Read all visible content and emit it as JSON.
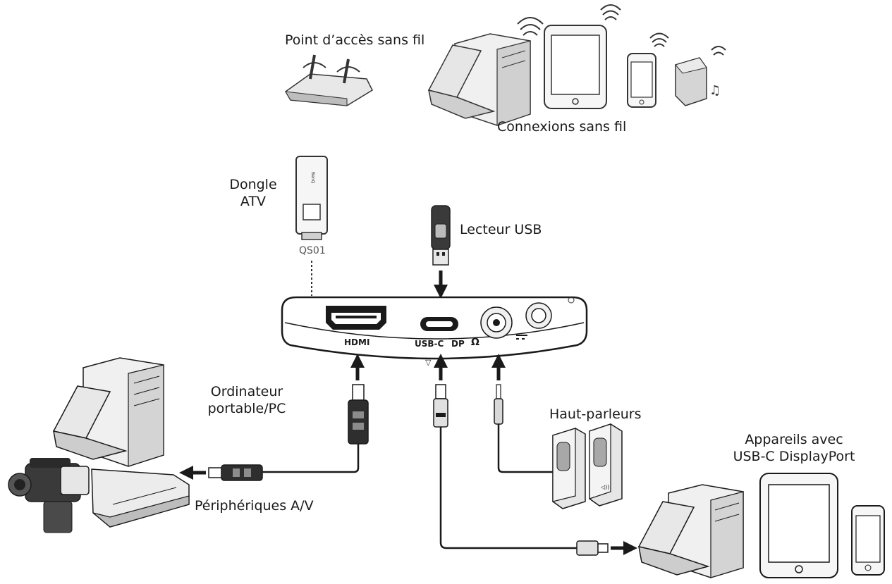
{
  "labels": {
    "access_point": "Point d’accès sans fil",
    "wireless": "Connexions sans fil",
    "dongle_line1": "Dongle",
    "dongle_line2": "ATV",
    "dongle_model": "QS01",
    "usb_reader": "Lecteur USB",
    "laptop_line1": "Ordinateur",
    "laptop_line2": "portable/PC",
    "speakers": "Haut-parleurs",
    "av": "Périphériques A/V",
    "usbc_line1": "Appareils avec",
    "usbc_line2": "USB-C DisplayPort"
  },
  "ports": {
    "hdmi": "HDMI",
    "usbc": "USB-C",
    "dp": "DP",
    "audio": "Ω"
  },
  "colors": {
    "line": "#1a1a1a",
    "device_fill": "#f2f2f2",
    "device_shade": "#cfcfcf",
    "dark_grey": "#555555"
  }
}
